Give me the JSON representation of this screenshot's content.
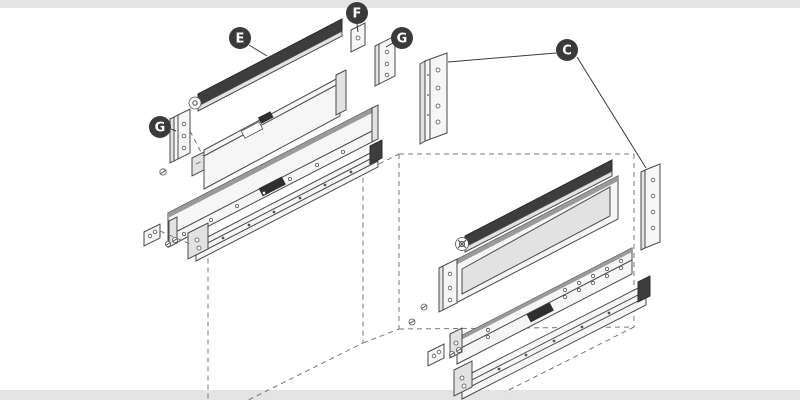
{
  "diagram": {
    "callouts": [
      {
        "id": "E-railing",
        "label": "E"
      },
      {
        "id": "F-connector",
        "label": "F"
      },
      {
        "id": "G-bracket-upper",
        "label": "G"
      },
      {
        "id": "G-bracket-left",
        "label": "G"
      },
      {
        "id": "C-rear-brackets",
        "label": "C"
      }
    ],
    "colors": {
      "background": "#ffffff",
      "page_edge": "#e4e4e4",
      "line": "#4a4a4a",
      "dark_part": "#3d3d3d",
      "light_part": "#f6f6f6",
      "callout_bg": "#3a3a3a",
      "callout_text": "#ffffff"
    }
  }
}
